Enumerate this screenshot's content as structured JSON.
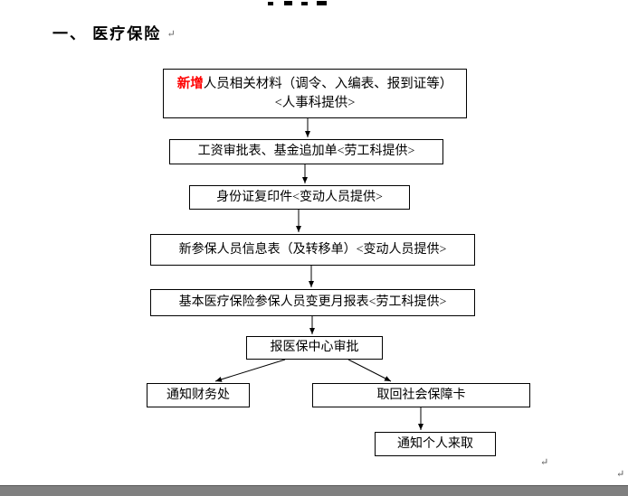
{
  "page": {
    "heading": "一、 医疗保险",
    "return_mark": "↵"
  },
  "colors": {
    "accent_red": "#FF0000",
    "border": "#000000",
    "page_edge_gray": "#7F7F7F"
  },
  "flowchart": {
    "nodes": [
      {
        "prefix": "新增",
        "line1": "人员相关材料（调令、入编表、报到证等）",
        "line2": "<人事科提供>"
      },
      {
        "text": "工资审批表、基金追加单<劳工科提供>"
      },
      {
        "text": "身份证复印件<变动人员提供>"
      },
      {
        "text": "新参保人员信息表（及转移单）<变动人员提供>"
      },
      {
        "text": "基本医疗保险参保人员变更月报表<劳工科提供>"
      },
      {
        "text": "报医保中心审批"
      },
      {
        "text": "通知财务处"
      },
      {
        "text": "取回社会保障卡"
      },
      {
        "text": "通知个人来取"
      }
    ]
  }
}
